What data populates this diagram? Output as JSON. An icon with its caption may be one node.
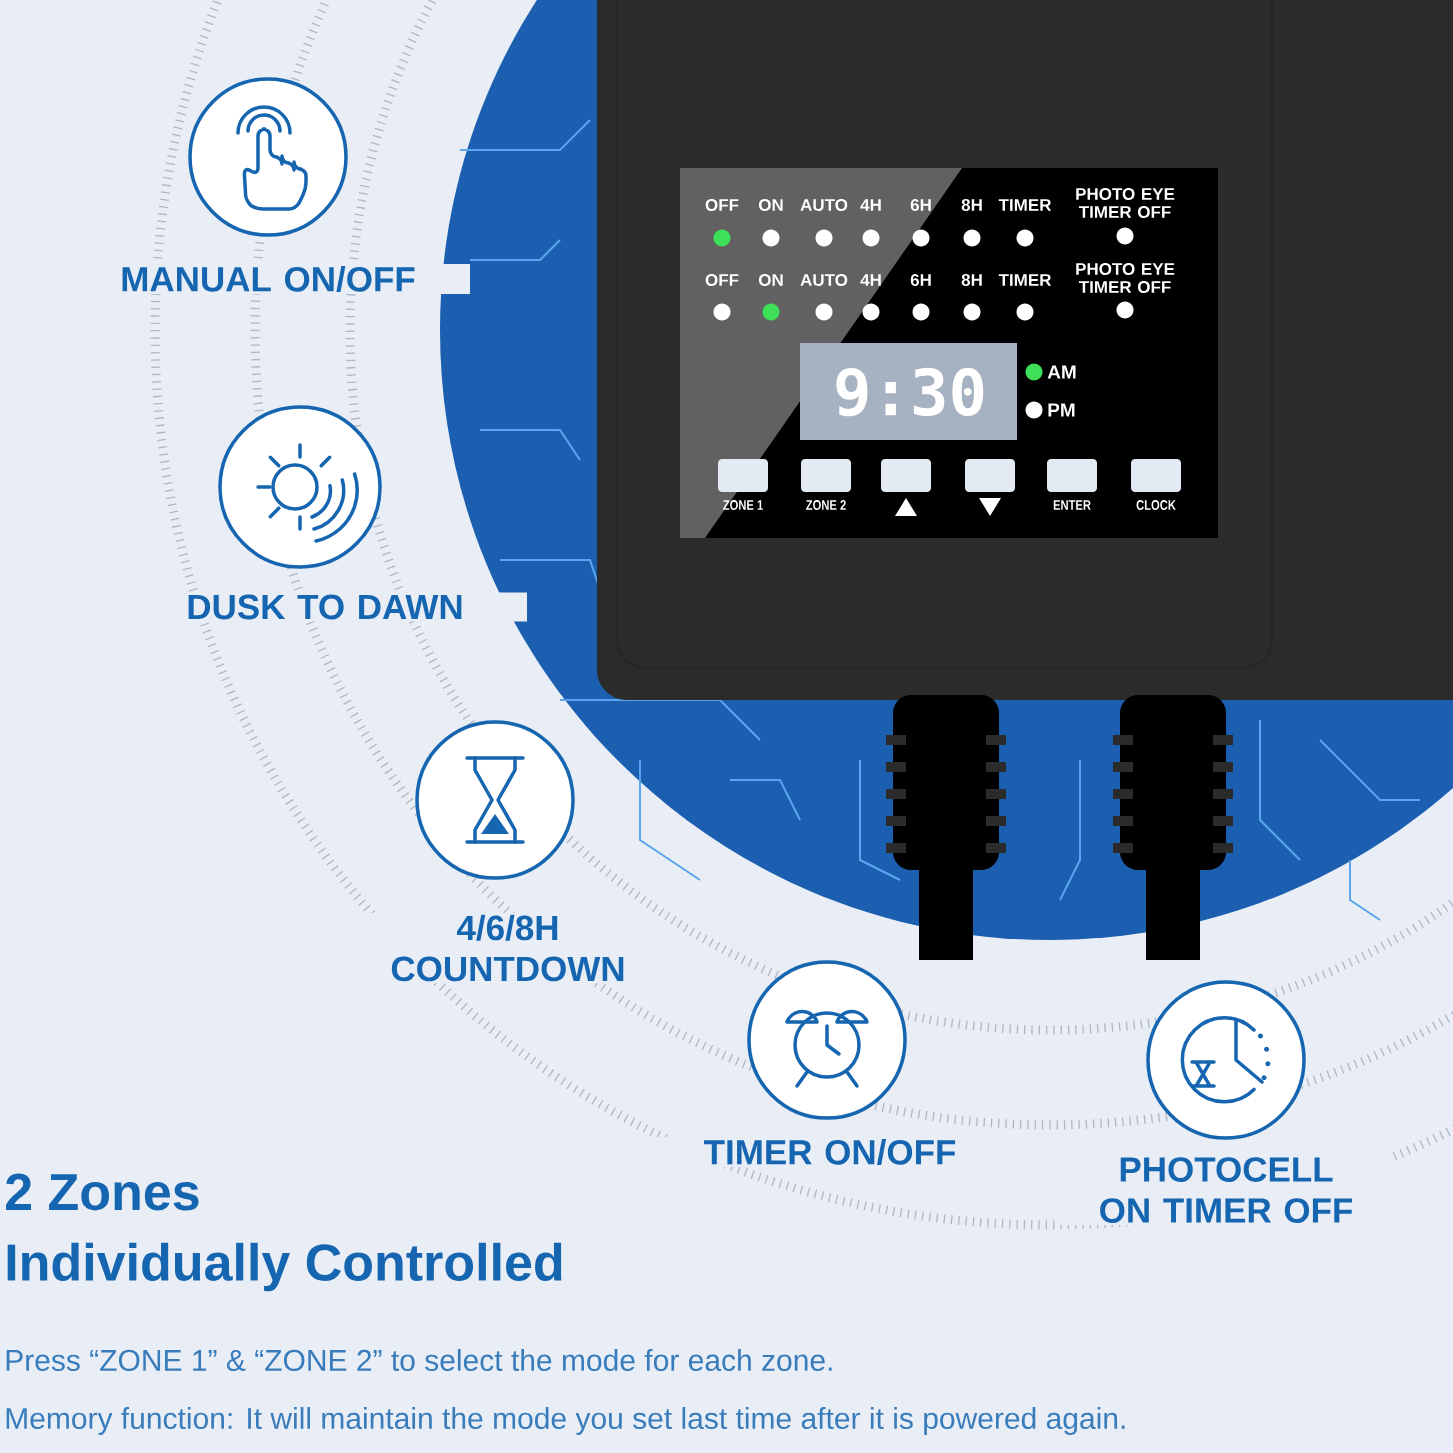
{
  "diagram": {
    "nodes": [
      {
        "text": [
          "MANUAL ON/OFF"
        ]
      },
      {
        "text": [
          "DUSK TO DAWN"
        ]
      },
      {
        "text": [
          "4/6/8H COUNTDOWN"
        ]
      },
      {
        "text": [
          "TIMER ON/OFF"
        ]
      },
      {
        "text": [
          "PHOTOCELL ON TIMER OFF"
        ]
      }
    ],
    "labels": [
      "OFF",
      "ON",
      "AUTO",
      "4H",
      "6H",
      "8H",
      "TIMER",
      "PHOTO EYE TIMER OFF",
      "OFF",
      "ON",
      "AUTO",
      "4H",
      "6H",
      "8H",
      "TIMER",
      "PHOTO EYE TIMER OFF",
      "9:30",
      "AM",
      "PM",
      "ZONE 1",
      "ZONE 2",
      "ENTER",
      "CLOCK",
      "2 Zones",
      "Individually Controlled",
      "Press “ZONE 1” & “ZONE 2” to select the mode for each zone.",
      "Memory function: It will maintain the mode you set last time after it is powered again."
    ]
  }
}
